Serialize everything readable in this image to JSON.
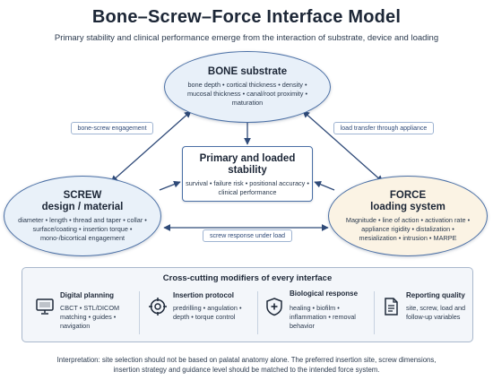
{
  "title": "Bone–Screw–Force Interface Model",
  "subtitle": "Primary stability and clinical performance emerge from the interaction of substrate, device and loading",
  "nodes": {
    "bone": {
      "title": "BONE substrate",
      "line1": "bone depth • cortical thickness • density •",
      "line2": "mucosal thickness • canal/root proximity •",
      "line3": "maturation"
    },
    "screw": {
      "title1": "SCREW",
      "title2": "design / material",
      "line1": "diameter • length • thread and taper • collar •",
      "line2": "surface/coating • insertion torque •",
      "line3": "mono-/bicortical engagement"
    },
    "force": {
      "title1": "FORCE",
      "title2": "loading system",
      "line1": "Magnitude • line of action • activation rate •",
      "line2": "appliance rigidity • distalization •",
      "line3": "mesialization • intrusion • MARPE"
    },
    "center": {
      "title1": "Primary and loaded",
      "title2": "stability",
      "line1": "survival • failure risk • positional accuracy •",
      "line2": "clinical performance"
    }
  },
  "links": {
    "bone_screw": "bone-screw engagement",
    "bone_force": "load transfer through appliance",
    "screw_force": "screw response under load"
  },
  "modifiers": {
    "heading": "Cross-cutting modifiers of every interface",
    "items": [
      {
        "title": "Digital planning",
        "text": "CBCT • STL/DICOM matching • guides • navigation",
        "icon": "monitor-icon"
      },
      {
        "title": "Insertion protocol",
        "text": "predrilling • angulation • depth • torque control",
        "icon": "crosshair-icon"
      },
      {
        "title": "Biological response",
        "text": "healing • biofilm • inflammation • removal behavior",
        "icon": "shield-plus-icon"
      },
      {
        "title": "Reporting quality",
        "text": "site, screw, load and follow-up variables",
        "icon": "document-icon"
      }
    ]
  },
  "interpretation": {
    "line1": "Interpretation: site selection should not be based on palatal anatomy alone. The preferred insertion site, screw dimensions,",
    "line2": "insertion strategy and guidance level should be matched to the intended force system."
  },
  "colors": {
    "accent": "#4a6fa5",
    "arrow": "#2f4a78",
    "bone_fill": "#e8f0f9",
    "force_fill": "#fbf3e4"
  }
}
